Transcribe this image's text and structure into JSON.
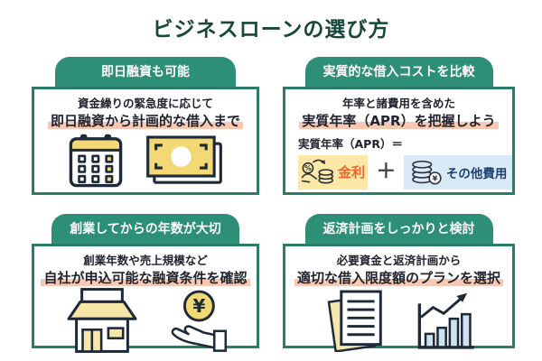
{
  "page": {
    "title": "ビジネスローンの選び方",
    "colors": {
      "ribbon_teal": "#2e8f77",
      "card_border_teal": "#2b7d67",
      "title_green": "#17483a",
      "text_dark": "#20242e",
      "highlight_pink": "#f9c8b2",
      "interest_box_yellow": "#fce9a7",
      "interest_text_orange": "#e8682f",
      "other_box_blue": "#d8eaf5",
      "other_text_navy": "#1c3e74",
      "icon_yellow": "#f2d976",
      "icon_pale_yellow": "#f6e6a8",
      "icon_light_blue": "#cfe3ef"
    }
  },
  "icons": {
    "yen": "¥",
    "percent": "%"
  },
  "sections": {
    "same_day": {
      "ribbon": "即日融資も可能",
      "line1": "資金繰りの緊急度に応じて",
      "line2": "即日融資から計画的な借入まで"
    },
    "cost": {
      "ribbon": "実質的な借入コストを比較",
      "line1": "年率と諸費用を含めた",
      "line2": "実質年率（APR）を把握しよう",
      "formula_label": "実質年率（APR）＝",
      "interest_label": "金利",
      "plus": "＋",
      "other_label": "その他費用"
    },
    "years": {
      "ribbon": "創業してからの年数が大切",
      "line1": "創業年数や売上規模など",
      "line2": "自社が申込可能な融資条件を確認"
    },
    "repayment": {
      "ribbon": "返済計画をしっかりと検討",
      "line1": "必要資金と返済計画から",
      "line2": "適切な借入限度額のプランを選択"
    }
  }
}
